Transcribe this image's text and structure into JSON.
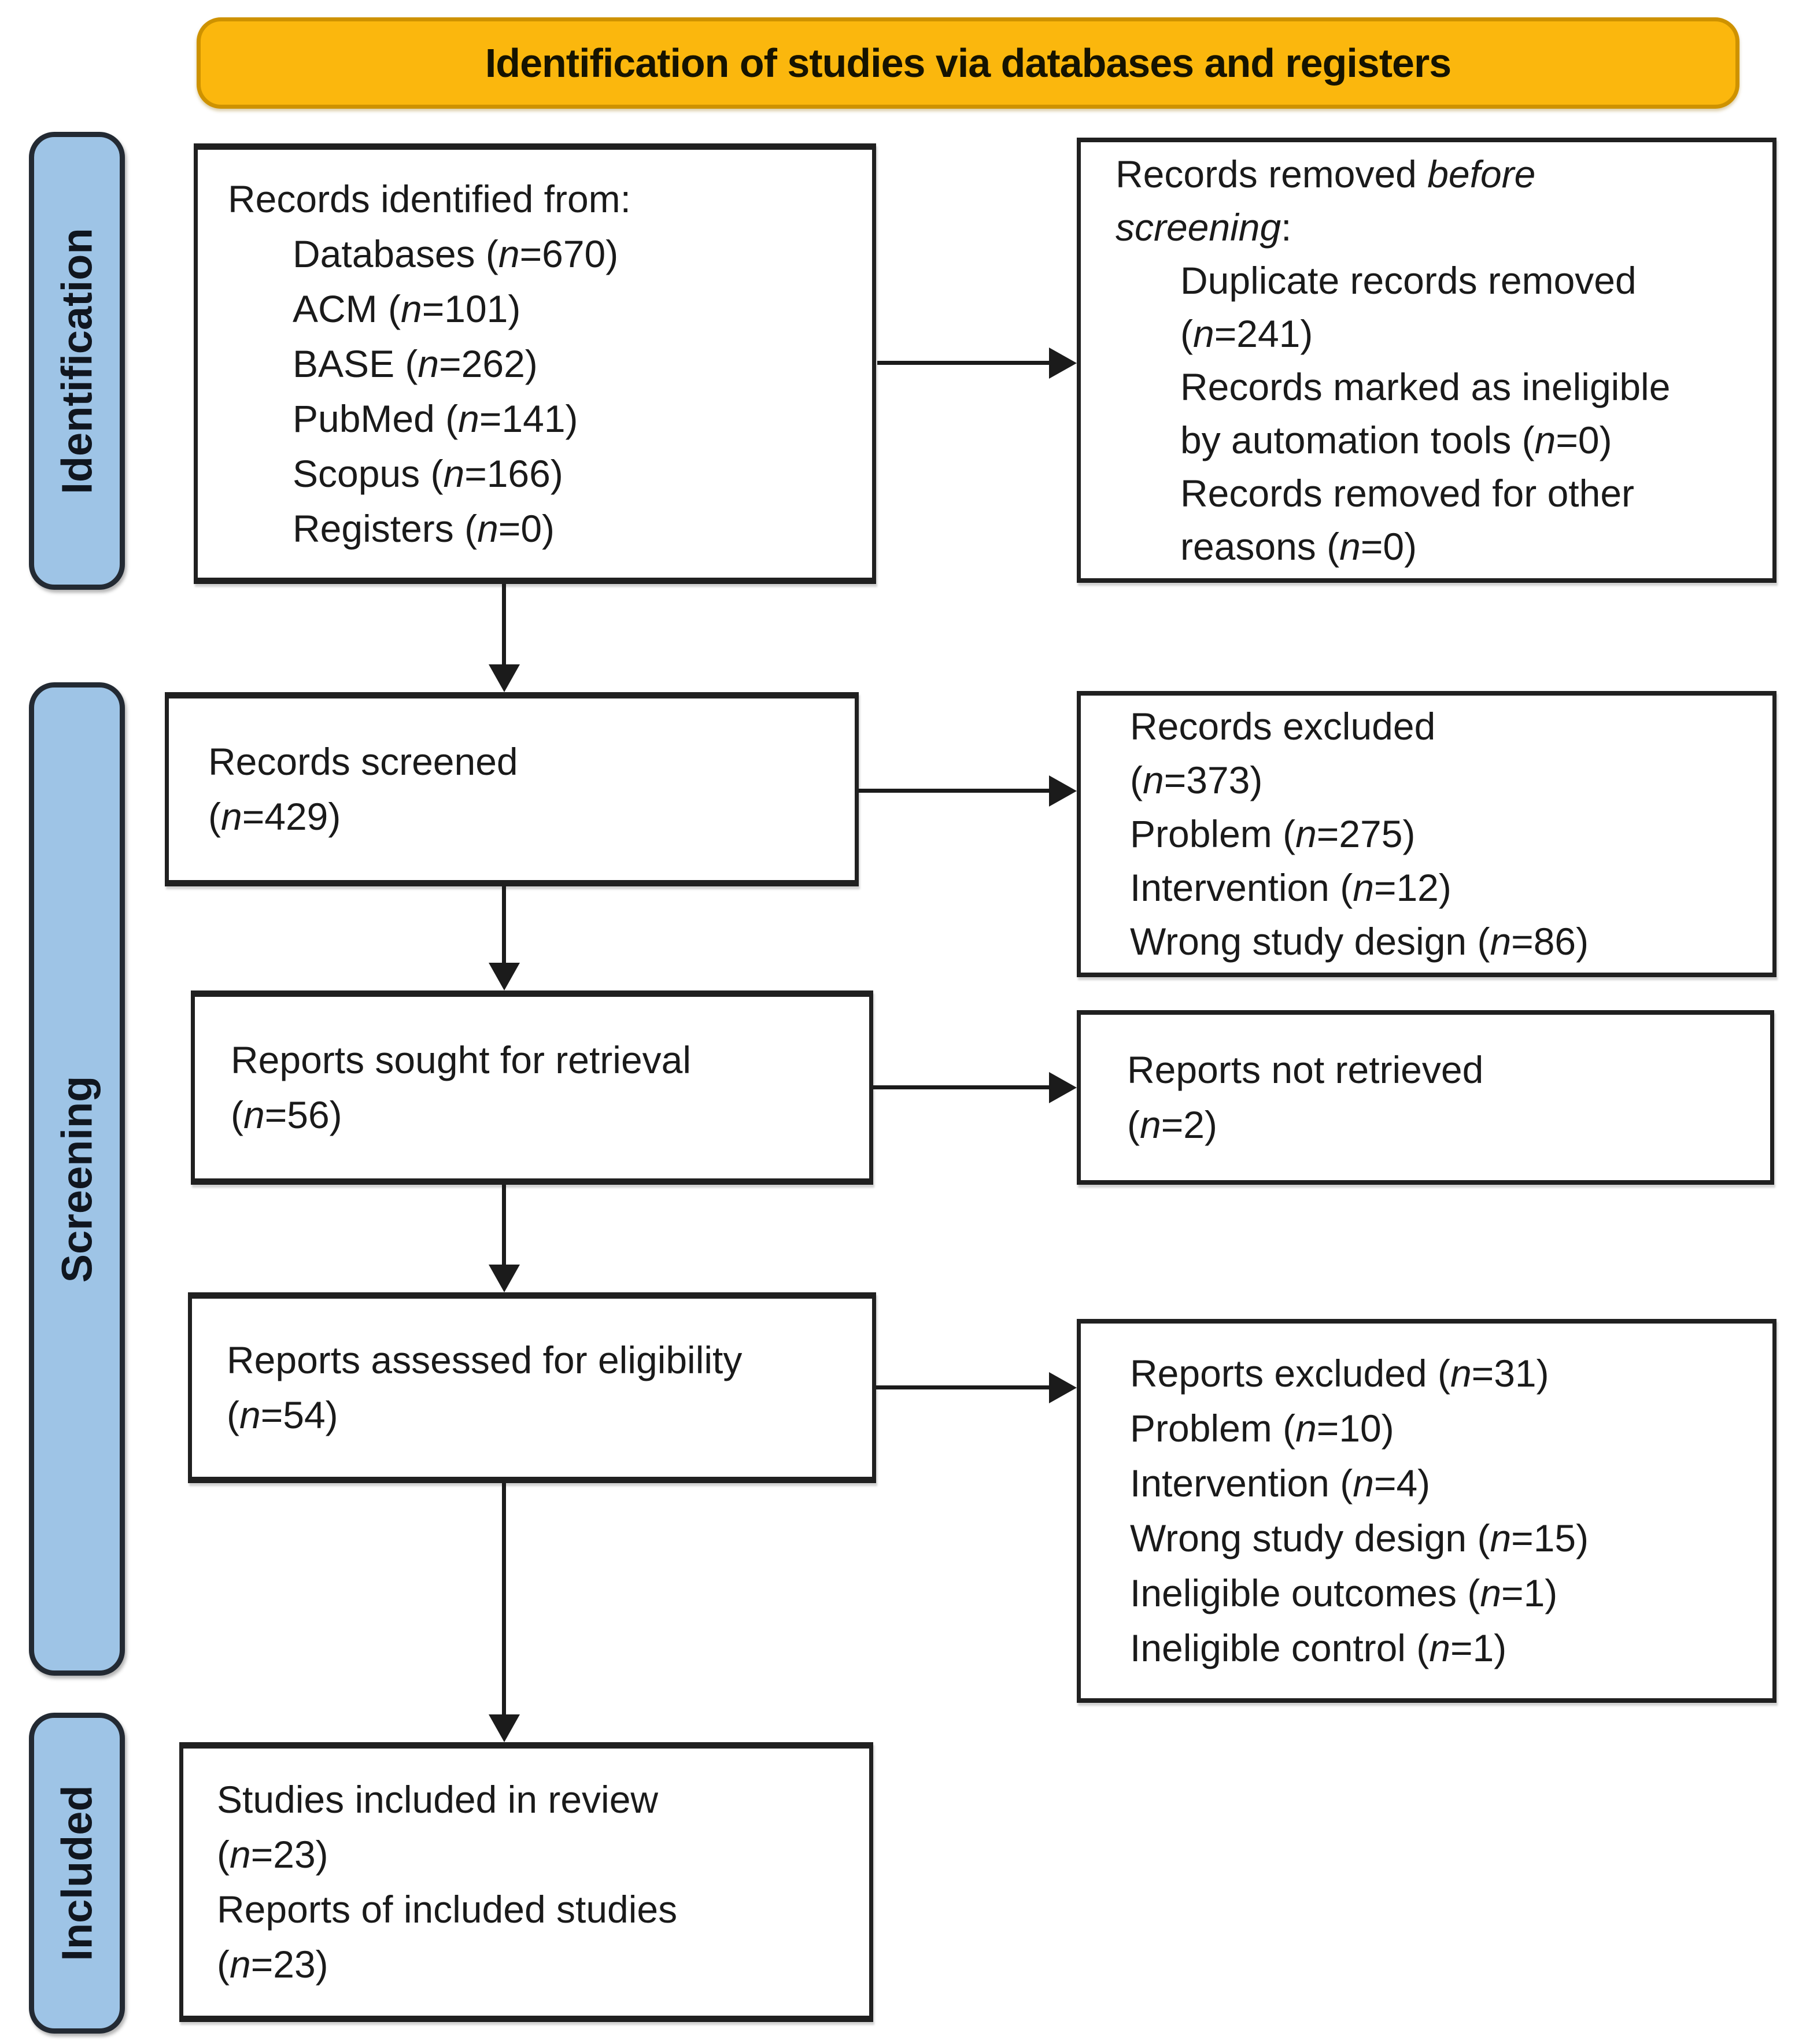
{
  "banner": {
    "title": "Identification of studies via databases and registers"
  },
  "stages": [
    {
      "id": "identification",
      "label": "Identification"
    },
    {
      "id": "screening",
      "label": "Screening"
    },
    {
      "id": "included",
      "label": "Included"
    }
  ],
  "colors": {
    "banner_fill": "#FBB70D",
    "banner_border": "#CE9200",
    "stage_fill": "#9EC4E6",
    "stage_border": "#232A33",
    "box_border": "#202020",
    "arrow": "#1B1B1B",
    "background": "#FFFFFF"
  },
  "boxes": {
    "identified": {
      "lines": [
        {
          "indent": 0,
          "seg": [
            {
              "t": "Records identified from:"
            }
          ]
        },
        {
          "indent": 1,
          "seg": [
            {
              "t": "Databases ("
            },
            {
              "t": "n",
              "i": true
            },
            {
              "t": "=670)"
            }
          ]
        },
        {
          "indent": 1,
          "seg": [
            {
              "t": "ACM ("
            },
            {
              "t": "n",
              "i": true
            },
            {
              "t": "=101)"
            }
          ]
        },
        {
          "indent": 1,
          "seg": [
            {
              "t": "BASE ("
            },
            {
              "t": "n",
              "i": true
            },
            {
              "t": "=262)"
            }
          ]
        },
        {
          "indent": 1,
          "seg": [
            {
              "t": "PubMed ("
            },
            {
              "t": "n",
              "i": true
            },
            {
              "t": "=141)"
            }
          ]
        },
        {
          "indent": 1,
          "seg": [
            {
              "t": "Scopus ("
            },
            {
              "t": "n",
              "i": true
            },
            {
              "t": "=166)"
            }
          ]
        },
        {
          "indent": 1,
          "seg": [
            {
              "t": "Registers ("
            },
            {
              "t": "n",
              "i": true
            },
            {
              "t": "=0)"
            }
          ]
        }
      ]
    },
    "removed": {
      "lines": [
        {
          "indent": 0,
          "seg": [
            {
              "t": "Records removed "
            },
            {
              "t": "before",
              "i": true
            }
          ]
        },
        {
          "indent": 0,
          "seg": [
            {
              "t": "screening",
              "i": true
            },
            {
              "t": ":"
            }
          ]
        },
        {
          "indent": 1,
          "seg": [
            {
              "t": "Duplicate records removed"
            }
          ]
        },
        {
          "indent": 1,
          "seg": [
            {
              "t": "("
            },
            {
              "t": "n",
              "i": true
            },
            {
              "t": "=241)"
            }
          ]
        },
        {
          "indent": 1,
          "seg": [
            {
              "t": "Records marked as ineligible"
            }
          ]
        },
        {
          "indent": 1,
          "seg": [
            {
              "t": "by automation tools ("
            },
            {
              "t": "n",
              "i": true
            },
            {
              "t": "=0)"
            }
          ]
        },
        {
          "indent": 1,
          "seg": [
            {
              "t": "Records removed for other"
            }
          ]
        },
        {
          "indent": 1,
          "seg": [
            {
              "t": "reasons ("
            },
            {
              "t": "n",
              "i": true
            },
            {
              "t": "=0)"
            }
          ]
        }
      ]
    },
    "screened": {
      "lines": [
        {
          "indent": 0,
          "seg": [
            {
              "t": "Records screened"
            }
          ]
        },
        {
          "indent": 0,
          "seg": [
            {
              "t": "("
            },
            {
              "t": "n",
              "i": true
            },
            {
              "t": "=429)"
            }
          ]
        }
      ]
    },
    "records_excluded": {
      "lines": [
        {
          "indent": 0,
          "seg": [
            {
              "t": "Records excluded"
            }
          ]
        },
        {
          "indent": 0,
          "seg": [
            {
              "t": "("
            },
            {
              "t": "n",
              "i": true
            },
            {
              "t": "=373)"
            }
          ]
        },
        {
          "indent": 0,
          "seg": [
            {
              "t": "Problem ("
            },
            {
              "t": "n",
              "i": true
            },
            {
              "t": "=275)"
            }
          ]
        },
        {
          "indent": 0,
          "seg": [
            {
              "t": "Intervention ("
            },
            {
              "t": "n",
              "i": true
            },
            {
              "t": "=12)"
            }
          ]
        },
        {
          "indent": 0,
          "seg": [
            {
              "t": "Wrong study design ("
            },
            {
              "t": "n",
              "i": true
            },
            {
              "t": "=86)"
            }
          ]
        }
      ]
    },
    "sought": {
      "lines": [
        {
          "indent": 0,
          "seg": [
            {
              "t": "Reports sought for retrieval"
            }
          ]
        },
        {
          "indent": 0,
          "seg": [
            {
              "t": "("
            },
            {
              "t": "n",
              "i": true
            },
            {
              "t": "=56)"
            }
          ]
        }
      ]
    },
    "not_retrieved": {
      "lines": [
        {
          "indent": 0,
          "seg": [
            {
              "t": "Reports not retrieved"
            }
          ]
        },
        {
          "indent": 0,
          "seg": [
            {
              "t": "("
            },
            {
              "t": "n",
              "i": true
            },
            {
              "t": "=2)"
            }
          ]
        }
      ]
    },
    "assessed": {
      "lines": [
        {
          "indent": 0,
          "seg": [
            {
              "t": "Reports assessed for eligibility"
            }
          ]
        },
        {
          "indent": 0,
          "seg": [
            {
              "t": "("
            },
            {
              "t": "n",
              "i": true
            },
            {
              "t": "=54)"
            }
          ]
        }
      ]
    },
    "reports_excluded": {
      "lines": [
        {
          "indent": 0,
          "seg": [
            {
              "t": "Reports excluded ("
            },
            {
              "t": "n",
              "i": true
            },
            {
              "t": "=31)"
            }
          ]
        },
        {
          "indent": 0,
          "seg": [
            {
              "t": "Problem ("
            },
            {
              "t": "n",
              "i": true
            },
            {
              "t": "=10)"
            }
          ]
        },
        {
          "indent": 0,
          "seg": [
            {
              "t": "Intervention ("
            },
            {
              "t": "n",
              "i": true
            },
            {
              "t": "=4)"
            }
          ]
        },
        {
          "indent": 0,
          "seg": [
            {
              "t": "Wrong study design ("
            },
            {
              "t": "n",
              "i": true
            },
            {
              "t": "=15)"
            }
          ]
        },
        {
          "indent": 0,
          "seg": [
            {
              "t": "Ineligible outcomes ("
            },
            {
              "t": "n",
              "i": true
            },
            {
              "t": "=1)"
            }
          ]
        },
        {
          "indent": 0,
          "seg": [
            {
              "t": "Ineligible control ("
            },
            {
              "t": "n",
              "i": true
            },
            {
              "t": "=1)"
            }
          ]
        }
      ]
    },
    "included": {
      "lines": [
        {
          "indent": 0,
          "seg": [
            {
              "t": "Studies included in review"
            }
          ]
        },
        {
          "indent": 0,
          "seg": [
            {
              "t": "("
            },
            {
              "t": "n",
              "i": true
            },
            {
              "t": "=23)"
            }
          ]
        },
        {
          "indent": 0,
          "seg": [
            {
              "t": "Reports of included studies"
            }
          ]
        },
        {
          "indent": 0,
          "seg": [
            {
              "t": "("
            },
            {
              "t": "n",
              "i": true
            },
            {
              "t": "=23)"
            }
          ]
        }
      ]
    }
  }
}
